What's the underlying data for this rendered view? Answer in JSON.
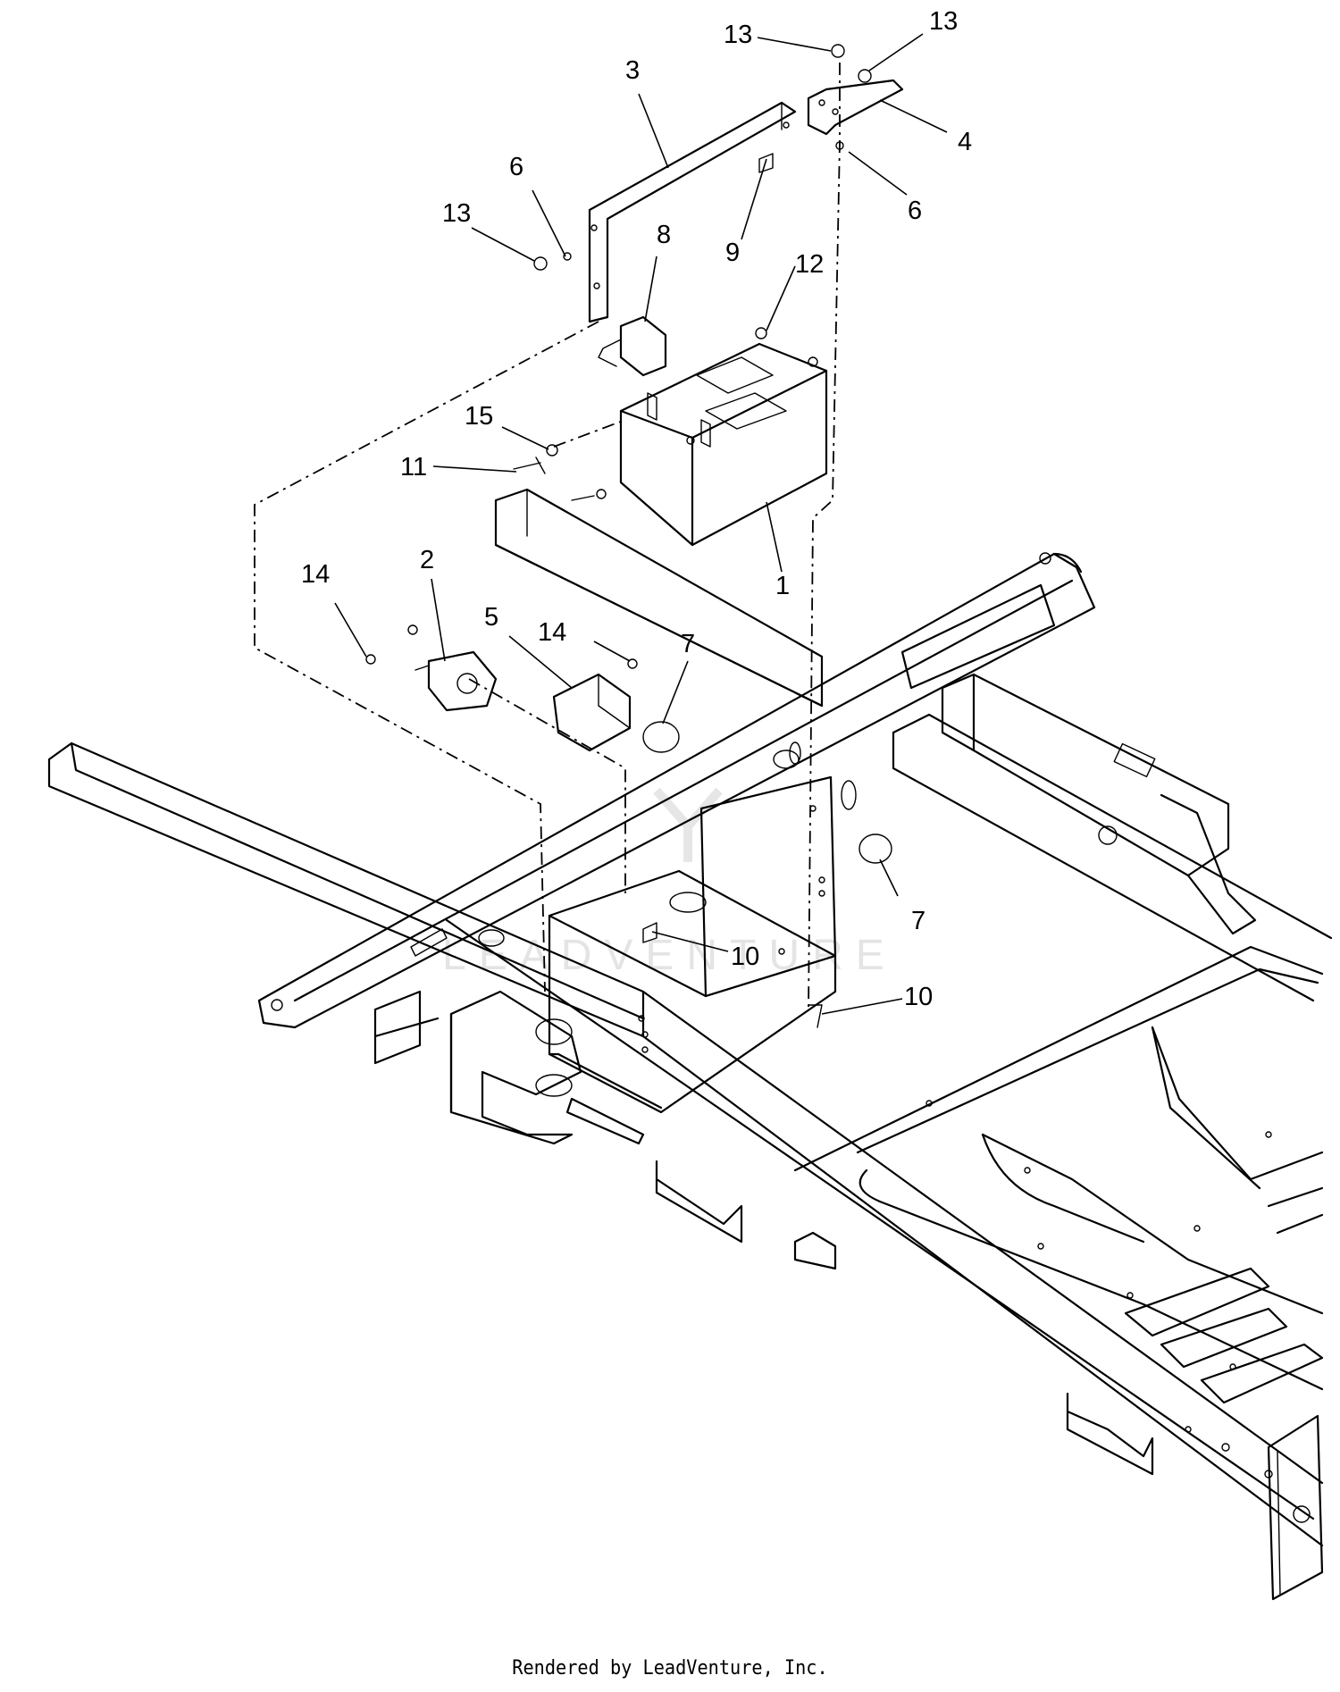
{
  "watermark": "LEADVENTURE",
  "footer": "Rendered by LeadVenture, Inc.",
  "callouts": [
    {
      "id": "c1",
      "label": "1"
    },
    {
      "id": "c2",
      "label": "2"
    },
    {
      "id": "c3",
      "label": "3"
    },
    {
      "id": "c4",
      "label": "4"
    },
    {
      "id": "c5",
      "label": "5"
    },
    {
      "id": "c6a",
      "label": "6"
    },
    {
      "id": "c6b",
      "label": "6"
    },
    {
      "id": "c7a",
      "label": "7"
    },
    {
      "id": "c7b",
      "label": "7"
    },
    {
      "id": "c8",
      "label": "8"
    },
    {
      "id": "c9",
      "label": "9"
    },
    {
      "id": "c10a",
      "label": "10"
    },
    {
      "id": "c10b",
      "label": "10"
    },
    {
      "id": "c11",
      "label": "11"
    },
    {
      "id": "c12",
      "label": "12"
    },
    {
      "id": "c13a",
      "label": "13"
    },
    {
      "id": "c13b",
      "label": "13"
    },
    {
      "id": "c13c",
      "label": "13"
    },
    {
      "id": "c14a",
      "label": "14"
    },
    {
      "id": "c14b",
      "label": "14"
    },
    {
      "id": "c15",
      "label": "15"
    }
  ]
}
